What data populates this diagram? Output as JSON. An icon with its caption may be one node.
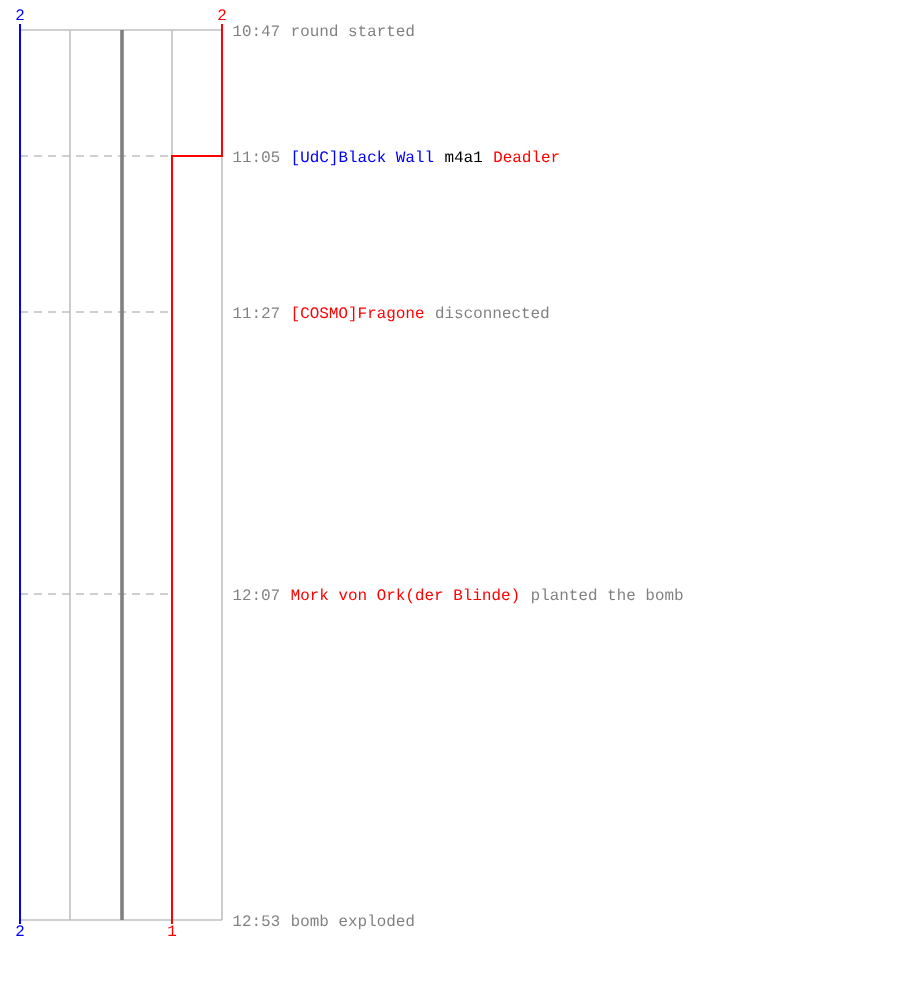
{
  "diagram": {
    "labels": [
      "2",
      "2",
      "10:47",
      "round started",
      "11:05",
      "[UdC]Black Wall",
      "m4a1",
      "Deadler",
      "11:27",
      "[COSMO]Fragone",
      "disconnected",
      "12:07",
      "Mork von Ork(der Blinde)",
      "planted the bomb",
      "2",
      "1",
      "12:53",
      "bomb exploded"
    ]
  }
}
